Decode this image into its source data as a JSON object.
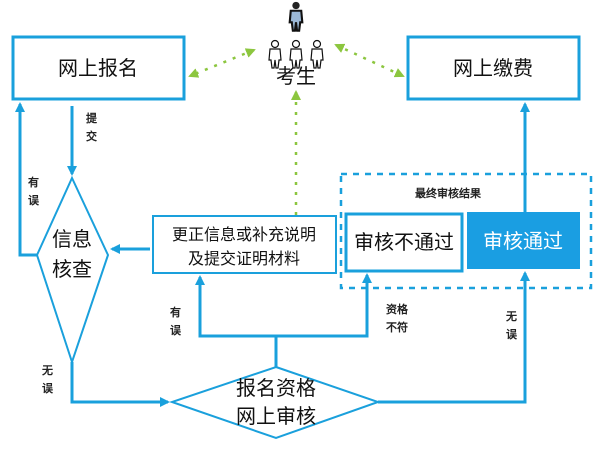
{
  "nodes": {
    "register": "网上报名",
    "payment": "网上缴费",
    "candidate": "考生",
    "info_check": [
      "信息",
      "核查"
    ],
    "correct": [
      "更正信息或补充说明",
      "及提交证明材料"
    ],
    "final_group": "最终审核结果",
    "fail": "审核不通过",
    "pass": "审核通过",
    "review": [
      "报名资格",
      "网上审核"
    ]
  },
  "edges": {
    "submit": [
      "提",
      "交"
    ],
    "error_left": [
      "有",
      "误"
    ],
    "ok_left": [
      "无",
      "误"
    ],
    "error_mid": [
      "有",
      "误"
    ],
    "mismatch": [
      "资格",
      "不符"
    ],
    "ok_right": [
      "无",
      "误"
    ]
  },
  "colors": {
    "accent": "#1aa0dc",
    "pass_fill": "#1a9ee2",
    "dotted": "#8cc63f"
  }
}
